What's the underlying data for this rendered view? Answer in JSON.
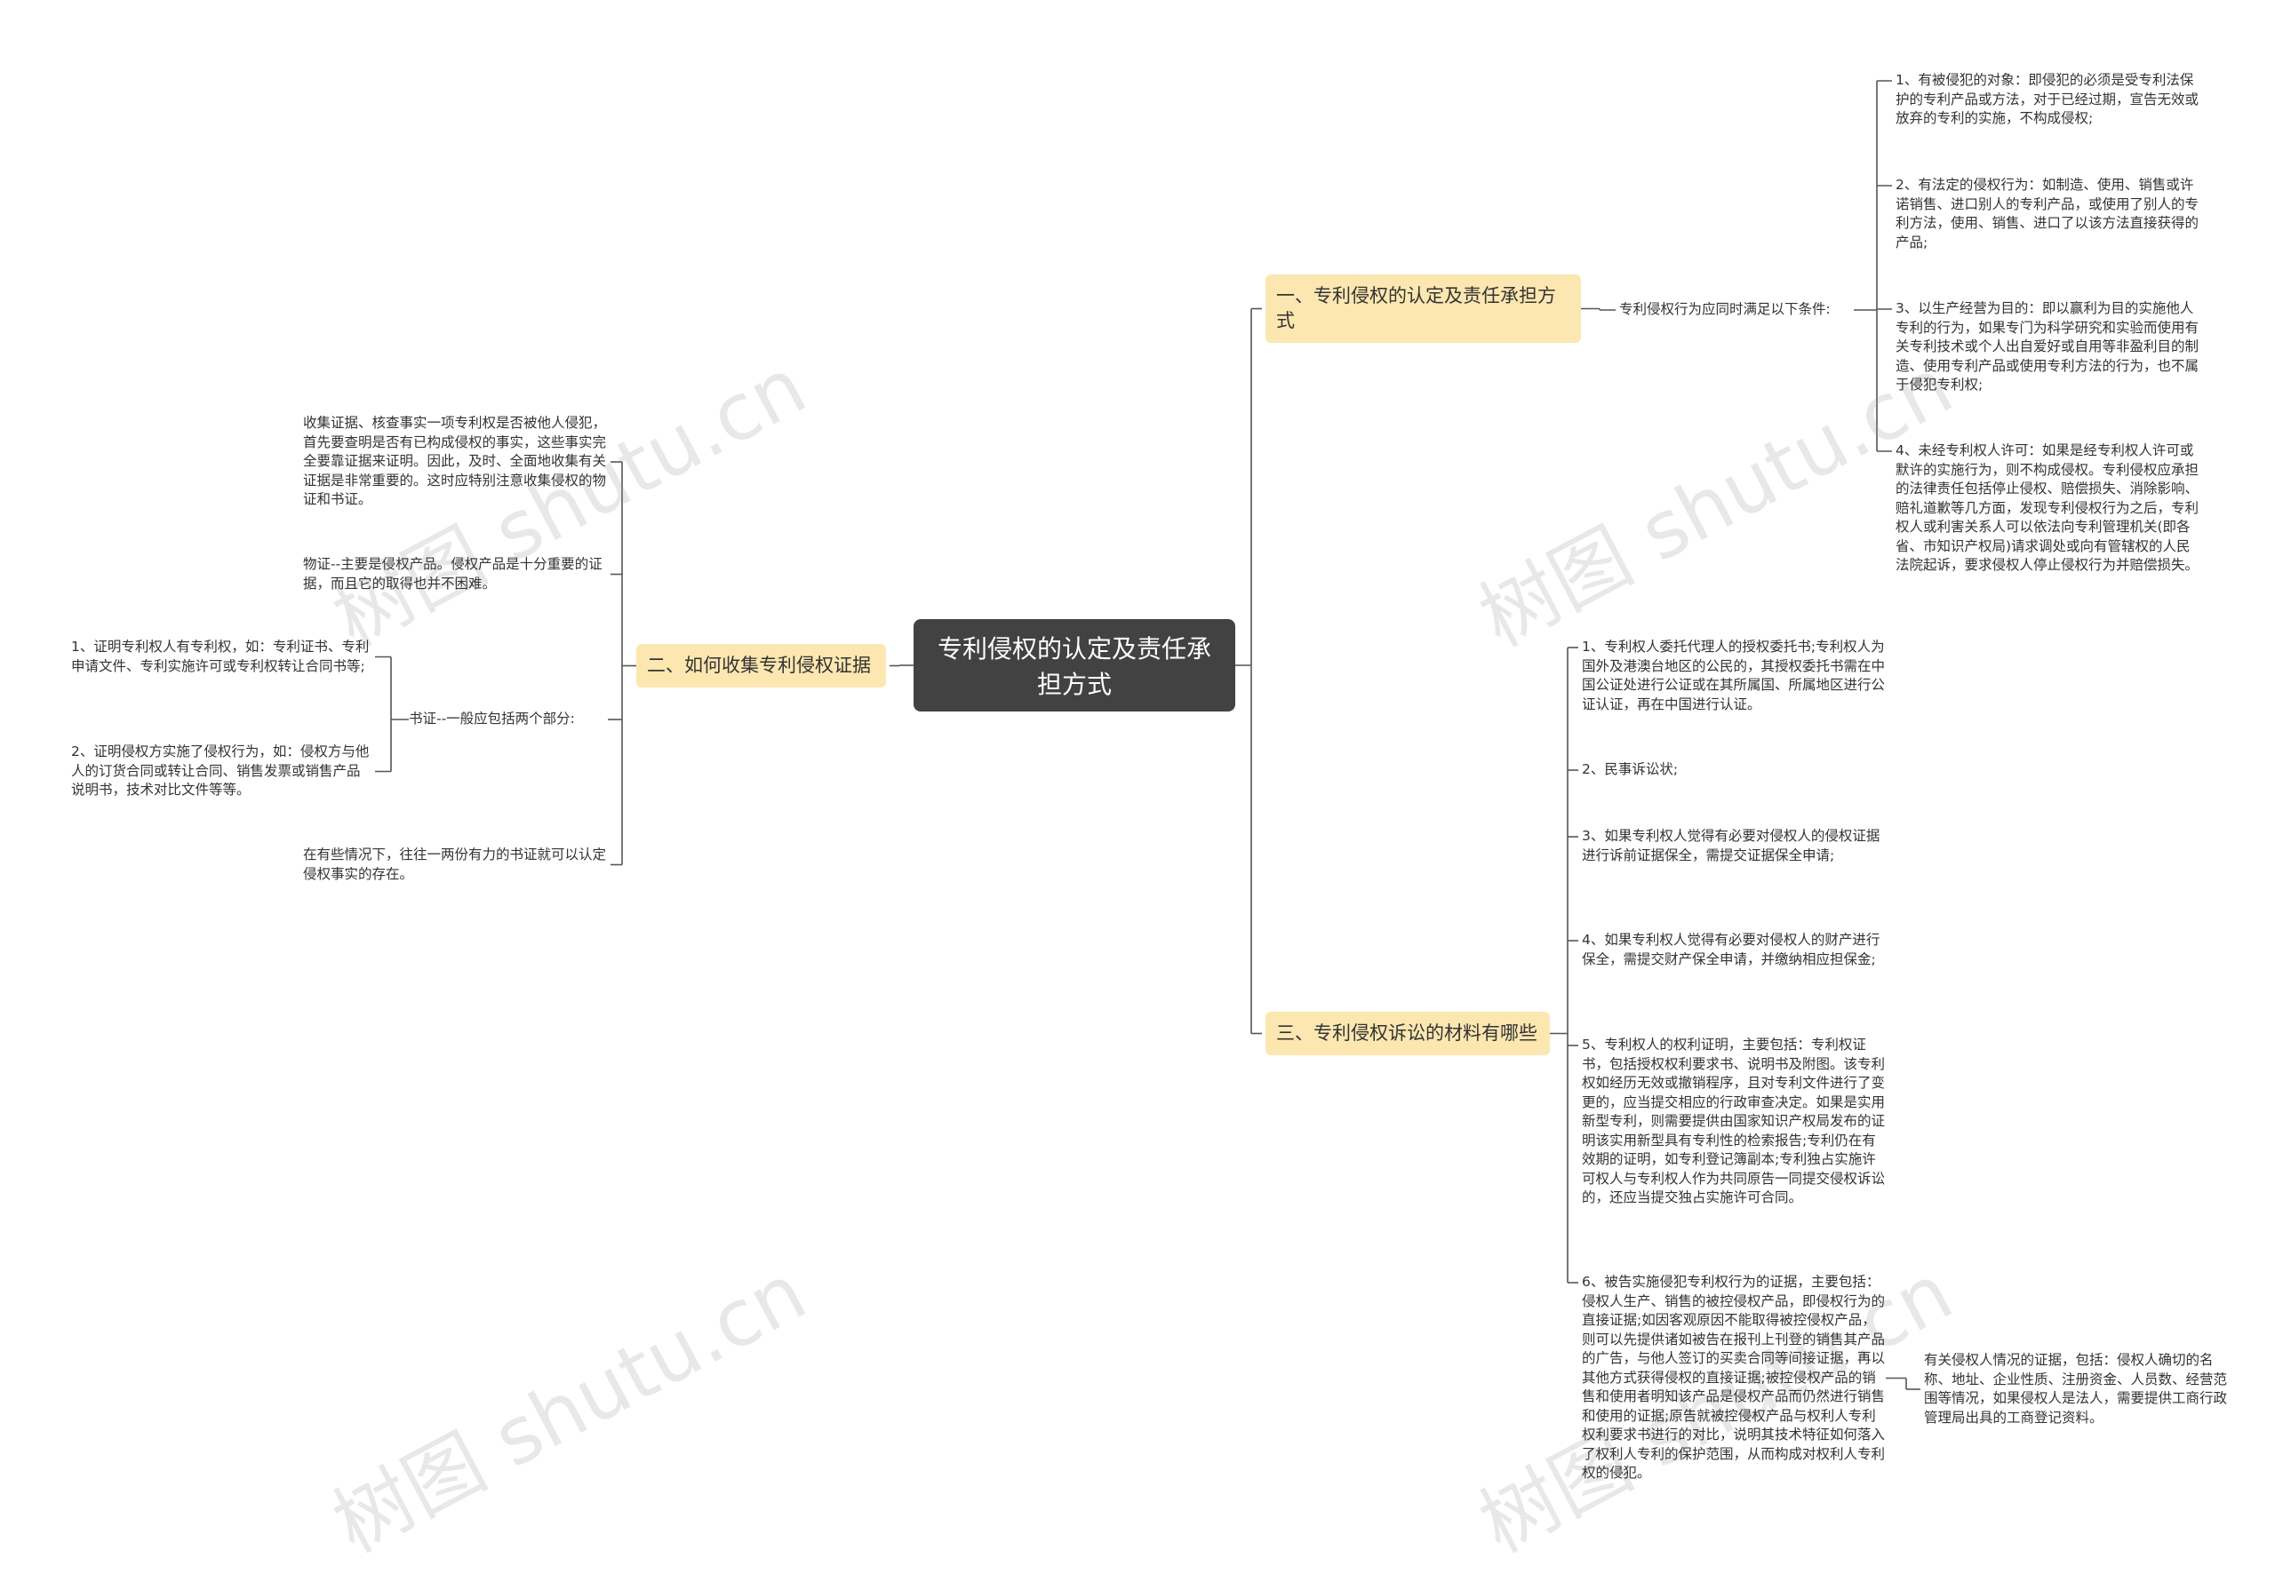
{
  "root": {
    "title": "专利侵权的认定及责任承担方式"
  },
  "branches": {
    "b1": {
      "title": "一、专利侵权的认定及责任承担方式",
      "sub": "专利侵权行为应同时满足以下条件:",
      "items": [
        "1、有被侵犯的对象：即侵犯的必须是受专利法保护的专利产品或方法，对于已经过期，宣告无效或放弃的专利的实施，不构成侵权;",
        "2、有法定的侵权行为：如制造、使用、销售或许诺销售、进口别人的专利产品，或使用了别人的专利方法，使用、销售、进口了以该方法直接获得的产品;",
        "3、以生产经营为目的：即以赢利为目的实施他人专利的行为，如果专门为科学研究和实验而使用有关专利技术或个人出自爱好或自用等非盈利目的制造、使用专利产品或使用专利方法的行为，也不属于侵犯专利权;",
        "4、未经专利权人许可：如果是经专利权人许可或默许的实施行为，则不构成侵权。专利侵权应承担的法律责任包括停止侵权、赔偿损失、消除影响、赔礼道歉等几方面，发现专利侵权行为之后，专利权人或利害关系人可以依法向专利管理机关(即各省、市知识产权局)请求调处或向有管辖权的人民法院起诉，要求侵权人停止侵权行为并赔偿损失。"
      ]
    },
    "b2": {
      "title": "二、如何收集专利侵权证据",
      "items": [
        "收集证据、核查事实一项专利权是否被他人侵犯，首先要查明是否有已构成侵权的事实，这些事实完全要靠证据来证明。因此，及时、全面地收集有关证据是非常重要的。这时应特别注意收集侵权的物证和书证。",
        "物证--主要是侵权产品。侵权产品是十分重要的证据，而且它的取得也并不困难。",
        "书证--一般应包括两个部分:",
        "在有些情况下，往往一两份有力的书证就可以认定侵权事实的存在。"
      ],
      "shuzheng_items": [
        "1、证明专利权人有专利权，如：专利证书、专利申请文件、专利实施许可或专利权转让合同书等;",
        "2、证明侵权方实施了侵权行为，如：侵权方与他人的订货合同或转让合同、销售发票或销售产品说明书，技术对比文件等等。"
      ]
    },
    "b3": {
      "title": "三、专利侵权诉讼的材料有哪些",
      "items": [
        "1、专利权人委托代理人的授权委托书;专利权人为国外及港澳台地区的公民的，其授权委托书需在中国公证处进行公证或在其所属国、所属地区进行公证认证，再在中国进行认证。",
        "2、民事诉讼状;",
        "3、如果专利权人觉得有必要对侵权人的侵权证据进行诉前证据保全，需提交证据保全申请;",
        "4、如果专利权人觉得有必要对侵权人的财产进行保全，需提交财产保全申请，并缴纳相应担保金;",
        "5、专利权人的权利证明，主要包括：专利权证书，包括授权权利要求书、说明书及附图。该专利权如经历无效或撤销程序，且对专利文件进行了变更的，应当提交相应的行政审查决定。如果是实用新型专利，则需要提供由国家知识产权局发布的证明该实用新型具有专利性的检索报告;专利仍在有效期的证明，如专利登记簿副本;专利独占实施许可权人与专利权人作为共同原告一同提交侵权诉讼的，还应当提交独占实施许可合同。",
        "6、被告实施侵犯专利权行为的证据，主要包括：侵权人生产、销售的被控侵权产品，即侵权行为的直接证据;如因客观原因不能取得被控侵权产品，则可以先提供诸如被告在报刊上刊登的销售其产品的广告，与他人签订的买卖合同等间接证据，再以其他方式获得侵权的直接证据;被控侵权产品的销售和使用者明知该产品是侵权产品而仍然进行销售和使用的证据;原告就被控侵权产品与权利人专利权利要求书进行的对比，说明其技术特征如何落入了权利人专利的保护范围，从而构成对权利人专利权的侵犯。"
      ],
      "item6_child": "有关侵权人情况的证据，包括：侵权人确切的名称、地址、企业性质、注册资金、人员数、经营范围等情况，如果侵权人是法人，需要提供工商行政管理局出具的工商登记资料。"
    }
  },
  "watermark": {
    "text": "树图 shutu.cn"
  },
  "colors": {
    "root_bg": "#424242",
    "branch_bg": "#fde7b0",
    "line": "#555555"
  }
}
